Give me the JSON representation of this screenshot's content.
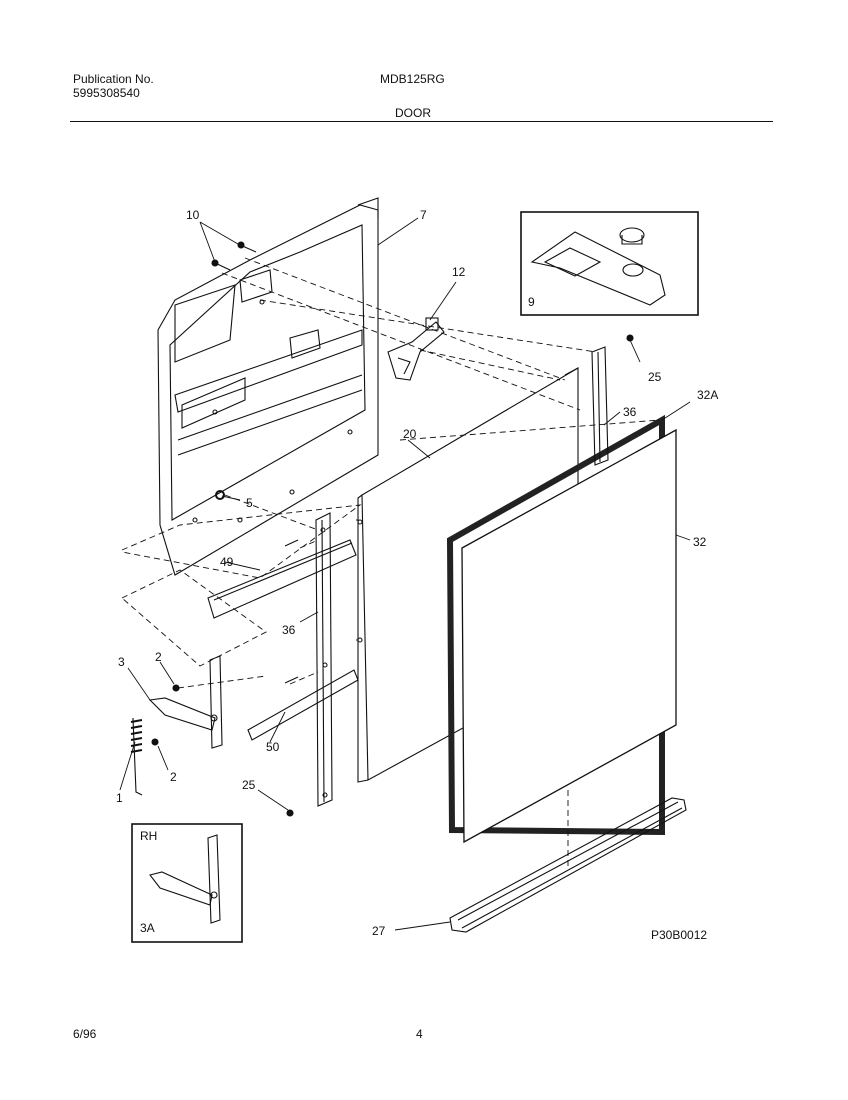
{
  "header": {
    "publication_label": "Publication No.",
    "publication_number": "5995308540",
    "model": "MDB125RG",
    "section": "DOOR"
  },
  "callouts": {
    "c10": "10",
    "c7": "7",
    "c12": "12",
    "c9": "9",
    "c25a": "25",
    "c32a": "32A",
    "c36a": "36",
    "c20": "20",
    "c5": "5",
    "c32": "32",
    "c49": "49",
    "c36b": "36",
    "c3": "3",
    "c2a": "2",
    "c2b": "2",
    "c50": "50",
    "c1": "1",
    "c25b": "25",
    "c27": "27",
    "rh": "RH",
    "c3a": "3A"
  },
  "diagram_code": "P30B0012",
  "footer": {
    "date": "6/96",
    "page": "4"
  }
}
